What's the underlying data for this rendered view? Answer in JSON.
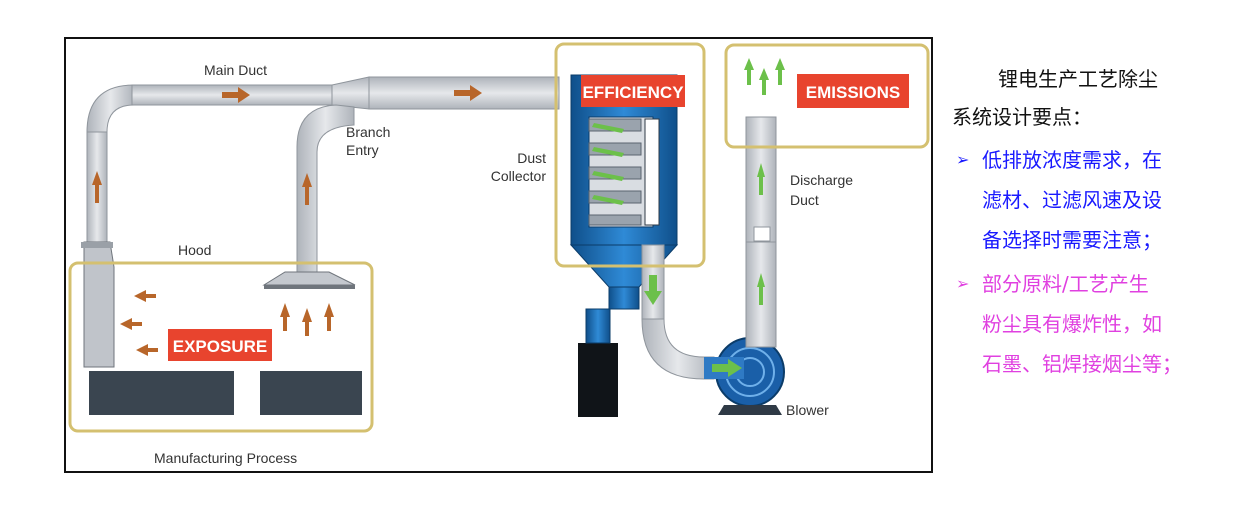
{
  "diagram": {
    "labels": {
      "main_duct": "Main Duct",
      "branch_entry_1": "Branch",
      "branch_entry_2": "Entry",
      "dust_collector_1": "Dust",
      "dust_collector_2": "Collector",
      "hood": "Hood",
      "discharge_duct_1": "Discharge",
      "discharge_duct_2": "Duct",
      "blower": "Blower",
      "manufacturing_process": "Manufacturing Process"
    },
    "badges": {
      "efficiency": "EFFICIENCY",
      "emissions": "EMISSIONS",
      "exposure": "EXPOSURE"
    },
    "colors": {
      "badge_red": "#e8442e",
      "highlight_frame": "#d4c070",
      "duct": "#c9ccd2",
      "arrow_brown": "#b8662a",
      "arrow_green": "#6cc04a",
      "collector_blue": "#1a6fb6",
      "machine_dark": "#3a4550"
    }
  },
  "notes": {
    "title_line1": "锂电生产工艺除尘",
    "title_line2": "系统设计要点：",
    "bullet_marker": "➢",
    "bullet1_lines": [
      "低排放浓度需求，在",
      "滤材、过滤风速及设",
      "备选择时需要注意；"
    ],
    "bullet2_lines": [
      "部分原料/工艺产生",
      "粉尘具有爆炸性，如",
      "石墨、铝焊接烟尘等；"
    ]
  }
}
